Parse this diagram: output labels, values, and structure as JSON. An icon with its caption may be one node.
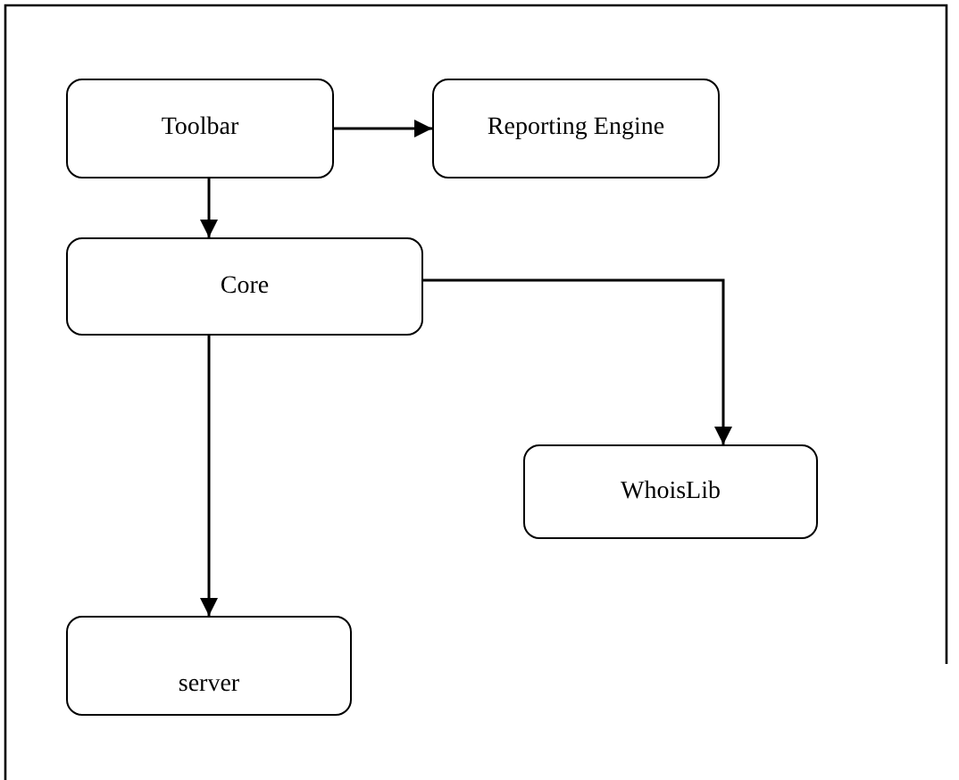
{
  "diagram": {
    "nodes": [
      {
        "text": [
          "Toolbar"
        ]
      },
      {
        "text": [
          "Reporting Engine"
        ]
      },
      {
        "text": [
          "Core"
        ]
      },
      {
        "text": [
          "WhoisLib"
        ]
      },
      {
        "text": [
          "server"
        ]
      }
    ],
    "edges": [
      {
        "from": 0,
        "to": 1,
        "arrow": "to"
      },
      {
        "from": 0,
        "to": 2,
        "arrow": "to"
      },
      {
        "from": 2,
        "to": 3,
        "arrow": "to"
      },
      {
        "from": 2,
        "to": 4,
        "arrow": "to"
      }
    ]
  }
}
